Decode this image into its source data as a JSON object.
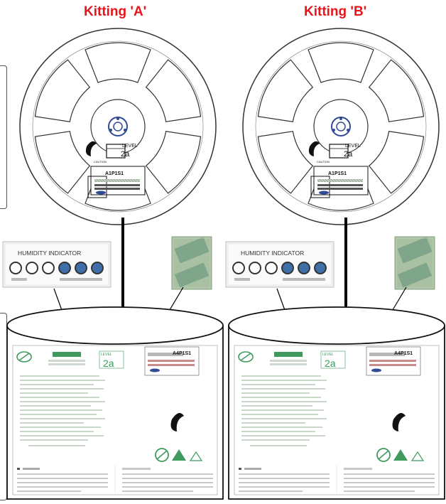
{
  "kits": [
    {
      "title": "Kitting 'A'",
      "reel": {
        "level_label": "LEVEL",
        "level_value": "2a",
        "part_number": "A1P1S1"
      },
      "humidity_card": {
        "title": "HUMIDITY INDICATOR"
      },
      "bag": {
        "level_label": "LEVEL",
        "level_value": "2a",
        "part_number": "A4P1S1"
      }
    },
    {
      "title": "Kitting 'B'",
      "reel": {
        "level_label": "LEVEL",
        "level_value": "2a",
        "part_number": "A1P1S1"
      },
      "humidity_card": {
        "title": "HUMIDITY INDICATOR"
      },
      "bag": {
        "level_label": "LEVEL",
        "level_value": "2a",
        "part_number": "A4P1S1"
      }
    }
  ],
  "colors": {
    "title": "#e8141b",
    "bag_green": "#3f9a5e",
    "indicator_blue": "#3e6fa8",
    "desiccant": "#9fb99a"
  }
}
